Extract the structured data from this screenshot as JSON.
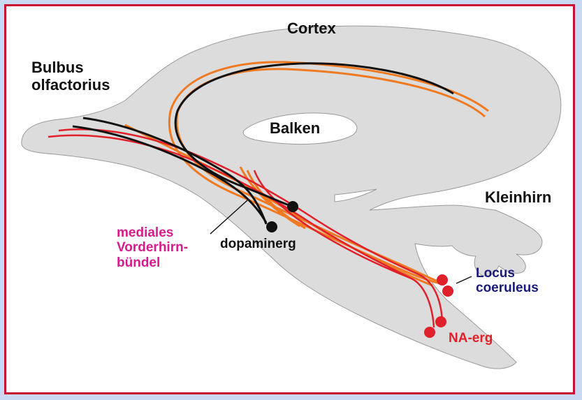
{
  "labels": {
    "cortex": "Cortex",
    "bulbus": "Bulbus\nolfactorius",
    "balken": "Balken",
    "kleinhirn": "Kleinhirn",
    "mfb": "mediales\nVorderhirn-\nbündel",
    "dopaminerg": "dopaminerg",
    "locus": "Locus\ncoeruleus",
    "na_erg": "NA-erg"
  },
  "colors": {
    "background": "#c9d9f2",
    "frame_border": "#c8102e",
    "brain_fill": "#dcdcdc",
    "dopamine_fibers": "#111111",
    "na_fibers_orange": "#f07a22",
    "na_fibers_red": "#e0202a",
    "mfb_label": "#d81b8c",
    "locus_label": "#1a1a7a",
    "na_erg_label": "#e0202a"
  }
}
